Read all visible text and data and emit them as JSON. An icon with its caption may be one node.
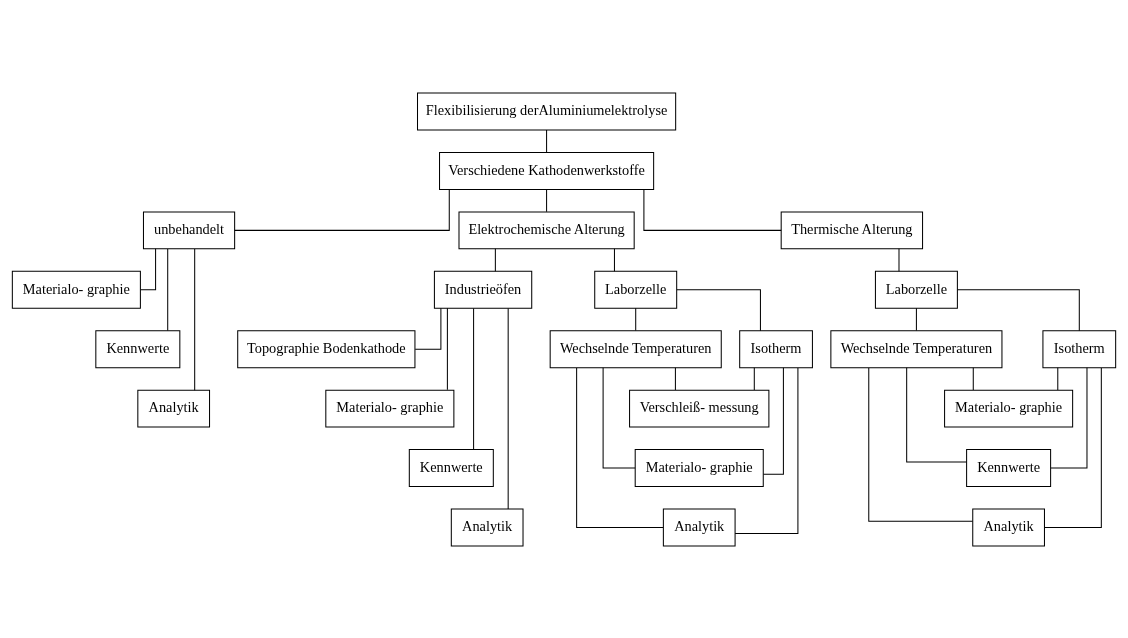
{
  "diagram": {
    "nodes": [
      {
        "text": [
          "Flexibilisierung derAluminiumelektrolyse"
        ]
      },
      {
        "text": [
          "Verschiedene Kathodenwerkstoffe"
        ]
      },
      {
        "text": [
          "unbehandelt"
        ]
      },
      {
        "text": [
          "Elektrochemische Alterung"
        ]
      },
      {
        "text": [
          "Thermische Alterung"
        ]
      },
      {
        "text": [
          "Industrieöfen"
        ]
      },
      {
        "text": [
          "Laborzelle"
        ]
      },
      {
        "text": [
          "Laborzelle"
        ]
      },
      {
        "text": [
          "Isotherm"
        ]
      },
      {
        "text": [
          "Wechselnde Temperaturen"
        ]
      },
      {
        "text": [
          "Isotherm"
        ]
      },
      {
        "text": [
          "Wechselnde Temperaturen"
        ]
      },
      {
        "text": [
          "Materialo- graphie"
        ]
      },
      {
        "text": [
          "Kennwerte"
        ]
      },
      {
        "text": [
          "Analytik"
        ]
      },
      {
        "text": [
          "Topographie Bodenkathode"
        ]
      },
      {
        "text": [
          "Materialo- graphie"
        ]
      },
      {
        "text": [
          "Kennwerte"
        ]
      },
      {
        "text": [
          "Analytik"
        ]
      },
      {
        "text": [
          "Verschleiß- messung"
        ]
      },
      {
        "text": [
          "Materialo- graphie"
        ]
      },
      {
        "text": [
          "Analytik"
        ]
      },
      {
        "text": [
          "Materialo- graphie"
        ]
      },
      {
        "text": [
          "Kennwerte"
        ]
      },
      {
        "text": [
          "Analytik"
        ]
      }
    ],
    "edges": [
      {
        "from": 0,
        "to": 1,
        "arrow": "none"
      },
      {
        "from": 1,
        "to": 2,
        "arrow": "none"
      },
      {
        "from": 1,
        "to": 3,
        "arrow": "none"
      },
      {
        "from": 1,
        "to": 4,
        "arrow": "none"
      },
      {
        "from": 3,
        "to": 5,
        "arrow": "none"
      },
      {
        "from": 3,
        "to": 6,
        "arrow": "none"
      },
      {
        "from": 4,
        "to": 7,
        "arrow": "none"
      },
      {
        "from": 6,
        "to": 8,
        "arrow": "none"
      },
      {
        "from": 6,
        "to": 9,
        "arrow": "none"
      },
      {
        "from": 7,
        "to": 10,
        "arrow": "none"
      },
      {
        "from": 7,
        "to": 11,
        "arrow": "none"
      },
      {
        "from": 2,
        "to": 12,
        "arrow": "none"
      },
      {
        "from": 2,
        "to": 13,
        "arrow": "none"
      },
      {
        "from": 2,
        "to": 14,
        "arrow": "none"
      },
      {
        "from": 5,
        "to": 15,
        "arrow": "none"
      },
      {
        "from": 5,
        "to": 16,
        "arrow": "none"
      },
      {
        "from": 5,
        "to": 17,
        "arrow": "none"
      },
      {
        "from": 5,
        "to": 18,
        "arrow": "none"
      },
      {
        "from": 8,
        "to": 19,
        "arrow": "none"
      },
      {
        "from": 8,
        "to": 20,
        "arrow": "none"
      },
      {
        "from": 8,
        "to": 21,
        "arrow": "none"
      },
      {
        "from": 9,
        "to": 19,
        "arrow": "none"
      },
      {
        "from": 9,
        "to": 20,
        "arrow": "none"
      },
      {
        "from": 9,
        "to": 21,
        "arrow": "none"
      },
      {
        "from": 10,
        "to": 22,
        "arrow": "none"
      },
      {
        "from": 10,
        "to": 23,
        "arrow": "none"
      },
      {
        "from": 10,
        "to": 24,
        "arrow": "none"
      },
      {
        "from": 11,
        "to": 22,
        "arrow": "none"
      },
      {
        "from": 11,
        "to": 23,
        "arrow": "none"
      },
      {
        "from": 11,
        "to": 24,
        "arrow": "none"
      }
    ]
  }
}
